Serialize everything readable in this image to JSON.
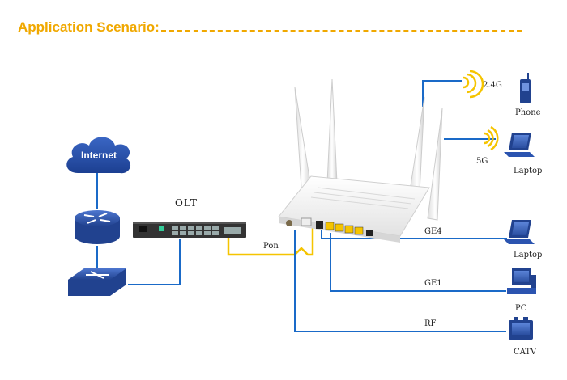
{
  "title": {
    "text": "Application Scenario:"
  },
  "nodes": {
    "internet": "Internet",
    "olt": "OLT",
    "phone": "Phone",
    "laptop_5g": "Laptop",
    "laptop_ge4": "Laptop",
    "pc": "PC",
    "catv": "CATV"
  },
  "links": {
    "pon": "Pon",
    "wifi_24": "2.4G",
    "wifi_5": "5G",
    "ge4": "GE4",
    "ge1": "GE1",
    "rf": "RF"
  },
  "colors": {
    "title": "#f0a800",
    "fiber": "#f5c400",
    "ethernet": "#1a6ac8",
    "device_blue": "#2b54b0"
  }
}
